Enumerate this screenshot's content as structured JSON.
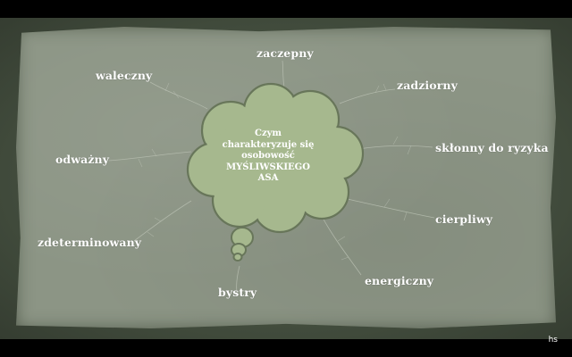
{
  "center": {
    "lines": [
      "Czym",
      "charakteryzuje się",
      "osobowość",
      "MYŚLIWSKIEGO",
      "ASA"
    ]
  },
  "traits": {
    "t1": "zaczepny",
    "t2": "waleczny",
    "t3": "zadziorny",
    "t4": "skłonny do ryzyka",
    "t5": "odważny",
    "t6": "cierpliwy",
    "t7": "zdeterminowany",
    "t8": "energiczny",
    "t9": "bystry"
  },
  "watermark": "hs",
  "colors": {
    "cloud_fill": "#a6b88e",
    "cloud_stroke": "#68765a",
    "paper": "#8c9585",
    "text": "#ffffff"
  }
}
